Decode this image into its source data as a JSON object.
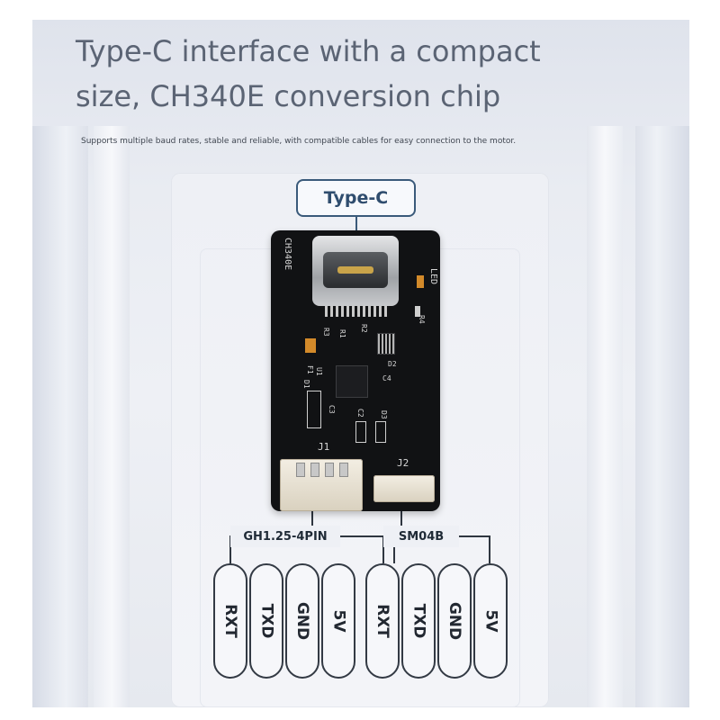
{
  "headline": {
    "line1": "Type-C interface with a compact",
    "line2": "size, CH340E conversion chip"
  },
  "subheadline": "Supports multiple baud rates, stable and reliable, with compatible cables for easy connection to the motor.",
  "top_label": "Type-C",
  "board": {
    "silkscreen": {
      "chip": "CH340E",
      "led": "LED",
      "r4": "R4",
      "r3": "R3",
      "r2": "R2",
      "r1": "R1",
      "d2": "D2",
      "c4": "C4",
      "u1": "U1",
      "f1": "F1",
      "d1": "D1",
      "c3": "C3",
      "c2": "C2",
      "d3": "D3",
      "j1": "J1",
      "j2": "J2"
    }
  },
  "connectors": [
    {
      "name": "GH1.25-4PIN",
      "pins": [
        "RXT",
        "TXD",
        "GND",
        "5V"
      ]
    },
    {
      "name": "SM04B",
      "pins": [
        "RXT",
        "TXD",
        "GND",
        "5V"
      ]
    }
  ],
  "colors": {
    "headline": "#5b6474",
    "label_border": "#3a5a7a",
    "board": "#111214",
    "pill_border": "#333a44"
  }
}
